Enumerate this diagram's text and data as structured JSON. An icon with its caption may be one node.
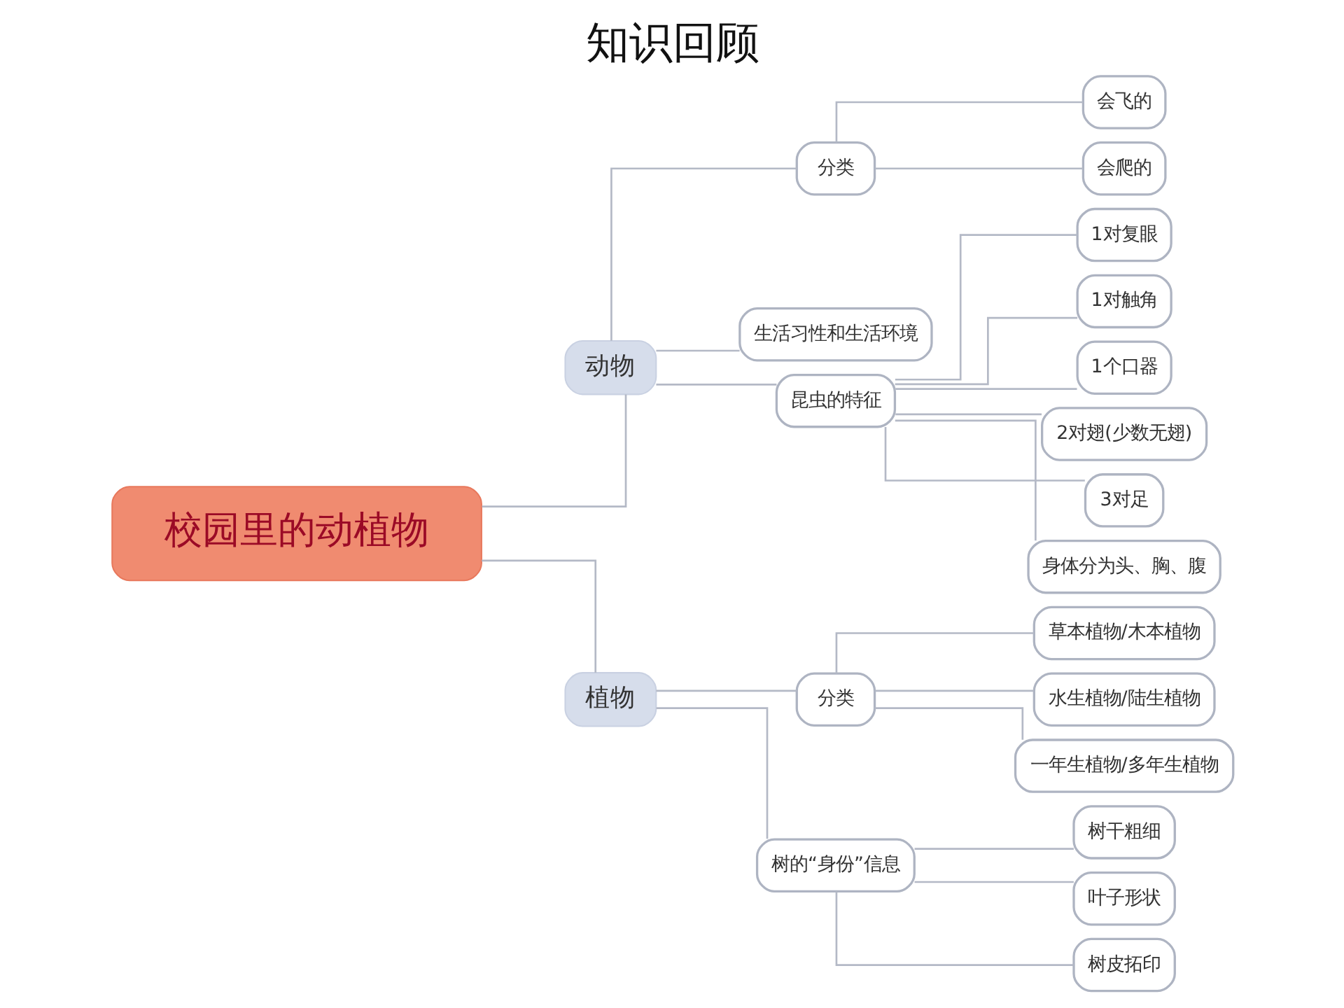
{
  "diagram": {
    "title": "知识回顾",
    "nodes": [
      {
        "text": [
          "校园里的动植物"
        ]
      },
      {
        "text": [
          "动物"
        ]
      },
      {
        "text": [
          "分类"
        ]
      },
      {
        "text": [
          "会飞的"
        ]
      },
      {
        "text": [
          "会爬的"
        ]
      },
      {
        "text": [
          "生活习性和生活环境"
        ]
      },
      {
        "text": [
          "昆虫的特征"
        ]
      },
      {
        "text": [
          "1对复眼"
        ]
      },
      {
        "text": [
          "1对触角"
        ]
      },
      {
        "text": [
          "1个口器"
        ]
      },
      {
        "text": [
          "2对翅(少数无翅)"
        ]
      },
      {
        "text": [
          "3对足"
        ]
      },
      {
        "text": [
          "身体分为头、胸、腹"
        ]
      },
      {
        "text": [
          "植物"
        ]
      },
      {
        "text": [
          "分类"
        ]
      },
      {
        "text": [
          "草本植物/木本植物"
        ]
      },
      {
        "text": [
          "水生植物/陆生植物"
        ]
      },
      {
        "text": [
          "一年生植物/多年生植物"
        ]
      },
      {
        "text": [
          "树的“身份”信息"
        ]
      },
      {
        "text": [
          "树干粗细"
        ]
      },
      {
        "text": [
          "叶子形状"
        ]
      },
      {
        "text": [
          "树皮拓印"
        ]
      }
    ],
    "edges": [
      {
        "from": 0,
        "to": 1,
        "arrow": "none"
      },
      {
        "from": 1,
        "to": 2,
        "arrow": "none"
      },
      {
        "from": 2,
        "to": 3,
        "arrow": "none"
      },
      {
        "from": 2,
        "to": 4,
        "arrow": "none"
      },
      {
        "from": 1,
        "to": 5,
        "arrow": "none"
      },
      {
        "from": 1,
        "to": 6,
        "arrow": "none"
      },
      {
        "from": 6,
        "to": 7,
        "arrow": "none"
      },
      {
        "from": 6,
        "to": 8,
        "arrow": "none"
      },
      {
        "from": 6,
        "to": 9,
        "arrow": "none"
      },
      {
        "from": 6,
        "to": 10,
        "arrow": "none"
      },
      {
        "from": 6,
        "to": 11,
        "arrow": "none"
      },
      {
        "from": 6,
        "to": 12,
        "arrow": "none"
      },
      {
        "from": 0,
        "to": 13,
        "arrow": "none"
      },
      {
        "from": 13,
        "to": 14,
        "arrow": "none"
      },
      {
        "from": 14,
        "to": 15,
        "arrow": "none"
      },
      {
        "from": 14,
        "to": 16,
        "arrow": "none"
      },
      {
        "from": 14,
        "to": 17,
        "arrow": "none"
      },
      {
        "from": 13,
        "to": 18,
        "arrow": "none"
      },
      {
        "from": 18,
        "to": 19,
        "arrow": "none"
      },
      {
        "from": 18,
        "to": 20,
        "arrow": "none"
      },
      {
        "from": 18,
        "to": 21,
        "arrow": "none"
      }
    ]
  }
}
